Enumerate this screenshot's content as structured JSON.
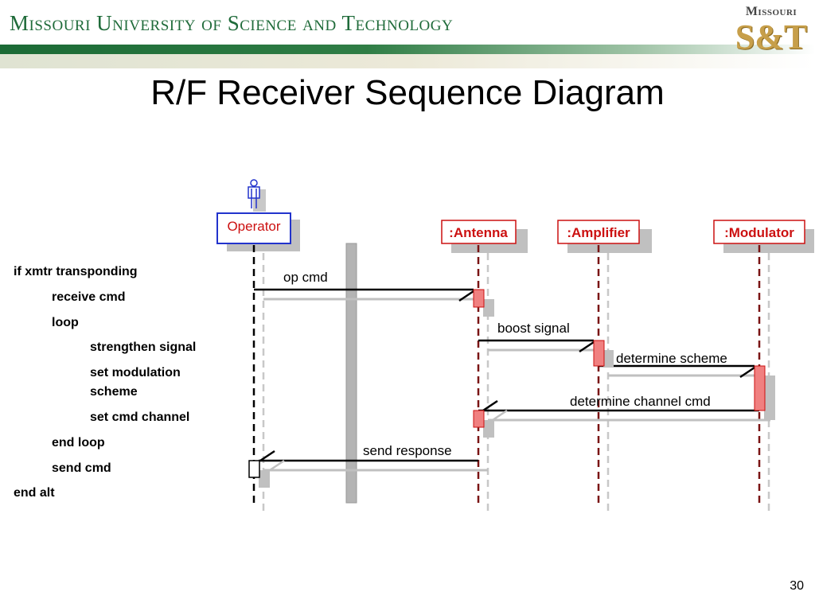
{
  "header": {
    "institution": "Missouri University of Science and Technology",
    "logo_top": "Missouri",
    "logo_mark": "S&T"
  },
  "slide": {
    "title": "R/F Receiver Sequence Diagram",
    "page_number": "30"
  },
  "diagram": {
    "participants": [
      "Operator",
      ":Antenna",
      ":Amplifier",
      ":Modulator"
    ],
    "messages": [
      "op cmd",
      "boost signal",
      "determine scheme",
      "determine channel cmd",
      "send response"
    ],
    "pseudocode": [
      "if xmtr transponding",
      "receive cmd",
      "loop",
      "strengthen signal",
      "set modulation",
      "scheme",
      "set cmd channel",
      "end loop",
      "send cmd",
      "end alt"
    ]
  },
  "colors": {
    "header_green": "#1f6b3a",
    "participant_red": "#cc1111",
    "participant_blue": "#2233cc",
    "activation_fill": "#f08080",
    "lifeline_dark": "#7a1414"
  }
}
